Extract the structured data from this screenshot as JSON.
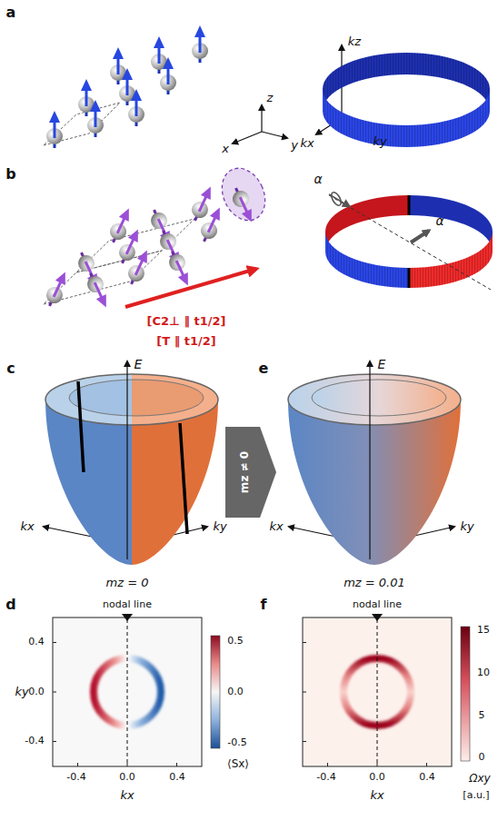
{
  "diagram": {
    "nodes": [
      {
        "text": [
          "mz ≠ 0"
        ]
      }
    ],
    "labels": [
      "a",
      "z",
      "x",
      "y",
      "kz",
      "kx",
      "ky",
      "b",
      "α",
      "α",
      "[C2⊥ ‖ t1/2]",
      "[T ‖ t1/2]",
      "c",
      "E",
      "kx",
      "ky",
      "mz = 0",
      "e",
      "E",
      "kx",
      "ky",
      "mz = 0.01",
      "d",
      "nodal line",
      "0.4",
      "0.0",
      "-0.4",
      "-0.4",
      "0.0",
      "0.4",
      "kx",
      "ky",
      "0.5",
      "0.0",
      "-0.5",
      "⟨Sx⟩",
      "f",
      "nodal line",
      "-0.4",
      "0.0",
      "0.4",
      "kx",
      "15",
      "10",
      "5",
      "0",
      "Ωxy",
      "[a.u.]"
    ]
  }
}
